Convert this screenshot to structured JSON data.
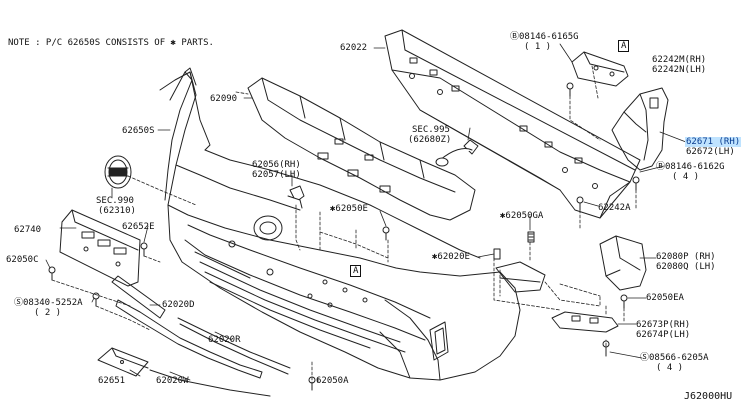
{
  "note": "NOTE : P/C 62650S CONSISTS OF ✱ PARTS.",
  "diagram_code": "J62000HU",
  "labels": {
    "p62022": "62022",
    "p08146_6165g": "Ⓑ08146-6165G",
    "p08146_6165g_qty": "( 1 )",
    "ref_a_top": "A",
    "p62242m": "62242M(RH)",
    "p62242n": "62242N(LH)",
    "p62090": "62090",
    "p62650s": "62650S",
    "sec995": "SEC.995",
    "sec995_ref": "(62680Z)",
    "p62671": "62671 (RH)",
    "p62672": "62672(LH)",
    "p08146_6162g": "Ⓑ08146-6162G",
    "p08146_6162g_qty": "( 4 )",
    "p62056": "62056(RH)",
    "p62057": "62057(LH)",
    "sec990": "SEC.990",
    "sec990_ref": "(62310)",
    "p62050e": "✱62050E",
    "p62242a": "62242A",
    "p62740": "62740",
    "p62652e": "62652E",
    "p62050ga": "✱62050GA",
    "p62050c": "62050C",
    "ref_a_mid": "A",
    "p62020e": "✱62020E",
    "p62080p": "62080P (RH)",
    "p62080q": "62080Q (LH)",
    "p08340": "Ⓢ08340-5252A",
    "p08340_qty": "( 2 )",
    "p62020d": "62020D",
    "p62050ea": "62050EA",
    "p62020r": "62020R",
    "p62673p": "62673P(RH)",
    "p62674p": "62674P(LH)",
    "p08566": "Ⓢ08566-6205A",
    "p08566_qty": "( 4 )",
    "p62651": "62651",
    "p62020w": "62020W",
    "p62050a": "62050A"
  },
  "highlight_color": "#bfe3ff"
}
